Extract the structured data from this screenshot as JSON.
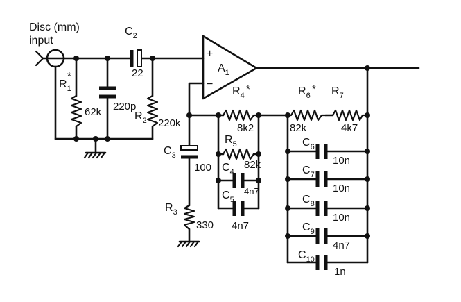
{
  "input": {
    "line1": "Disc (mm)",
    "line2": "input"
  },
  "components": {
    "R1": {
      "name": "R",
      "sub": "1",
      "star": "*",
      "value": "62k"
    },
    "C1": {
      "value": "220p"
    },
    "C2": {
      "name": "C",
      "sub": "2",
      "value": "22"
    },
    "R2": {
      "name": "R",
      "sub": "2",
      "value": "220k"
    },
    "A1": {
      "name": "A",
      "sub": "1",
      "plus": "+",
      "minus": "−"
    },
    "C3": {
      "name": "C",
      "sub": "3",
      "value": "100"
    },
    "R3": {
      "name": "R",
      "sub": "3",
      "value": "330"
    },
    "R4": {
      "name": "R",
      "sub": "4",
      "star": "*",
      "value": "8k2"
    },
    "R5": {
      "name": "R",
      "sub": "5",
      "value": "82k"
    },
    "C4": {
      "name": "C",
      "sub": "4",
      "value": "4n7"
    },
    "C5": {
      "name": "C",
      "sub": "5",
      "value": "4n7"
    },
    "R6": {
      "name": "R",
      "sub": "6",
      "star": "*",
      "value": "82k"
    },
    "R7": {
      "name": "R",
      "sub": "7",
      "value": "4k7"
    },
    "C6": {
      "name": "C",
      "sub": "6",
      "value": "10n"
    },
    "C7": {
      "name": "C",
      "sub": "7",
      "value": "10n"
    },
    "C8": {
      "name": "C",
      "sub": "8",
      "value": "10n"
    },
    "C9": {
      "name": "C",
      "sub": "9",
      "value": "4n7"
    },
    "C10": {
      "name": "C",
      "sub": "10",
      "value": "1n"
    }
  }
}
